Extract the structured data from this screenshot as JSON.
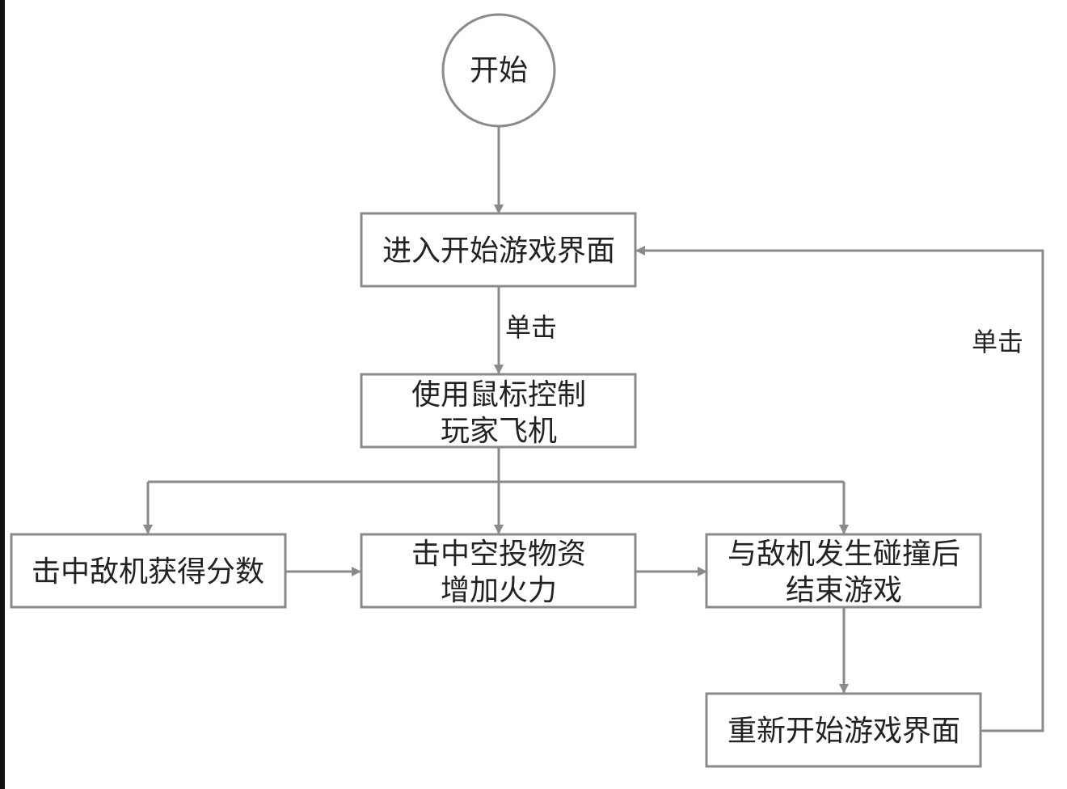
{
  "diagram": {
    "nodes": {
      "start": {
        "shape": "circle",
        "lines": [
          "开始"
        ]
      },
      "enter_start_screen": {
        "shape": "rect",
        "lines": [
          "进入开始游戏界面"
        ]
      },
      "mouse_control": {
        "shape": "rect",
        "lines": [
          "使用鼠标控制",
          "玩家飞机"
        ]
      },
      "hit_enemy": {
        "shape": "rect",
        "lines": [
          "击中敌机获得分数"
        ]
      },
      "hit_airdrop": {
        "shape": "rect",
        "lines": [
          "击中空投物资",
          "增加火力"
        ]
      },
      "collide_end": {
        "shape": "rect",
        "lines": [
          "与敌机发生碰撞后",
          "结束游戏"
        ]
      },
      "restart_screen": {
        "shape": "rect",
        "lines": [
          "重新开始游戏界面"
        ]
      }
    },
    "edges": [
      {
        "from": "start",
        "to": "enter_start_screen",
        "label": ""
      },
      {
        "from": "enter_start_screen",
        "to": "mouse_control",
        "label": "单击"
      },
      {
        "from": "mouse_control",
        "to": "hit_enemy",
        "label": ""
      },
      {
        "from": "mouse_control",
        "to": "hit_airdrop",
        "label": ""
      },
      {
        "from": "mouse_control",
        "to": "collide_end",
        "label": ""
      },
      {
        "from": "hit_enemy",
        "to": "hit_airdrop",
        "label": ""
      },
      {
        "from": "hit_airdrop",
        "to": "collide_end",
        "label": ""
      },
      {
        "from": "collide_end",
        "to": "restart_screen",
        "label": ""
      },
      {
        "from": "restart_screen",
        "to": "enter_start_screen",
        "label": "单击"
      }
    ],
    "colors": {
      "stroke": "#8a8a8a",
      "box_fill": "#ffffff",
      "text": "#222222"
    }
  }
}
